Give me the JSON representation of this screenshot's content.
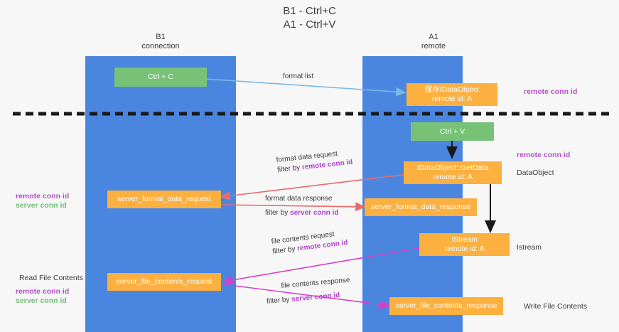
{
  "diagram": {
    "title": "B1 - Ctrl+C\nA1 - Ctrl+V",
    "columns": [
      {
        "name": "b1",
        "header": "B1\nconnection"
      },
      {
        "name": "a1",
        "header": "A1\nremote"
      }
    ],
    "nodes": [
      {
        "id": "ctrl-c",
        "label": "Ctrl + C",
        "color": "green"
      },
      {
        "id": "save-idataobject",
        "label": "保存IDataObject\nremote id: A",
        "color": "orange"
      },
      {
        "id": "ctrl-v",
        "label": "Ctrl + V",
        "color": "green"
      },
      {
        "id": "idataobject-getdata",
        "label": "IDataObject::GetData\nremote id: A",
        "color": "orange"
      },
      {
        "id": "server-format-data-request",
        "label": "server_format_data_request",
        "color": "orange"
      },
      {
        "id": "server-format-data-response",
        "label": "server_format_data_response",
        "color": "orange"
      },
      {
        "id": "istream",
        "label": "IStream\nremote id: A",
        "color": "orange"
      },
      {
        "id": "server-file-contents-request",
        "label": "server_file_contents_request",
        "color": "orange"
      },
      {
        "id": "server-file-contents-response",
        "label": "server_file_contents_response",
        "color": "orange"
      }
    ],
    "edge_labels": [
      {
        "id": "format-list",
        "line1": "format list",
        "line2": "",
        "line2_plain": "",
        "line2_hl": ""
      },
      {
        "id": "format-data-request",
        "line1": "format data request",
        "line2_plain": "filter by ",
        "line2_hl": "remote conn id"
      },
      {
        "id": "format-data-response",
        "line1": "format data response",
        "line2_plain": "filter by ",
        "line2_hl": "server conn id"
      },
      {
        "id": "file-contents-request",
        "line1": "file contents request",
        "line2_plain": "filter by ",
        "line2_hl": "remote conn id"
      },
      {
        "id": "file-contents-response",
        "line1": "file contents response",
        "line2_plain": "filter by ",
        "line2_hl": "server conn id"
      }
    ],
    "right_labels": [
      {
        "id": "right-remote-conn-id-1",
        "text": "remote conn id",
        "style": "purple"
      },
      {
        "id": "right-remote-conn-id-2",
        "text": "remote conn id",
        "style": "purple"
      },
      {
        "id": "right-dataobject",
        "text": "DataObject",
        "style": "plain"
      },
      {
        "id": "right-istream",
        "text": "Istream",
        "style": "plain"
      },
      {
        "id": "right-write-file",
        "text": "Write File Contents",
        "style": "plain"
      }
    ],
    "left_labels": [
      {
        "id": "left-remote-conn-id-1",
        "text": "remote conn id",
        "style": "purple"
      },
      {
        "id": "left-server-conn-id-1",
        "text": "server conn id",
        "style": "green"
      },
      {
        "id": "left-read-file",
        "text": "Read File Contents",
        "style": "plain"
      },
      {
        "id": "left-remote-conn-id-2",
        "text": "remote conn id",
        "style": "purple"
      },
      {
        "id": "left-server-conn-id-2",
        "text": "server conn id",
        "style": "green"
      }
    ],
    "colors": {
      "column": "#4a86e0",
      "node_green": "#77c277",
      "node_orange": "#fbb040",
      "remote_conn": "#b24fc8",
      "server_conn": "#6fbf73",
      "arrow_blue": "#7ab8e8",
      "arrow_red": "#ea6a6a",
      "arrow_magenta": "#d63fc8",
      "arrow_black": "#1a1a1a",
      "divider": "#1a1a1a"
    }
  }
}
